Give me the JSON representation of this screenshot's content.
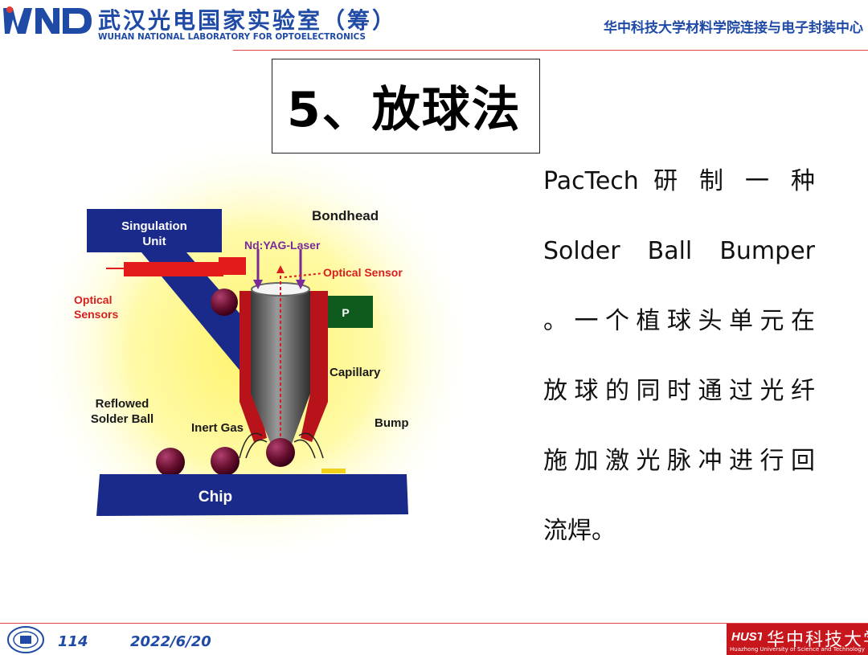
{
  "header": {
    "lab_name_cn": "武汉光电国家实验室（筹）",
    "lab_name_en": "WUHAN NATIONAL LABORATORY FOR OPTOELECTRONICS",
    "center_name": "华中科技大学材料学院连接与电子封装中心",
    "logo": "WNLO-logo"
  },
  "title": "5、放球法",
  "body_lines": [
    "PacTech 研 制 一 种",
    "Solder Ball Bumper",
    "。一个植球头单元在",
    "放球的同时通过光纤",
    "施加激光脉冲进行回",
    "流焊。"
  ],
  "diagram": {
    "labels": {
      "singulation_unit": "Singulation Unit",
      "bondhead": "Bondhead",
      "laser": "Nd:YAG-Laser",
      "optical_sensor": "Optical Sensor",
      "optical_sensors": "Optical Sensors",
      "p": "P",
      "capillary": "Capillary",
      "reflowed_solder_ball": "Reflowed Solder Ball",
      "inert_gas": "Inert Gas",
      "bump": "Bump",
      "chip": "Chip"
    }
  },
  "footer": {
    "page_number": "114",
    "date": "2022/6/20",
    "university_cn": "华中科技大学",
    "university_en": "Huazhong University of Science and Technology"
  },
  "colors": {
    "brand_blue": "#1f4aa6",
    "accent_red": "#c8161d",
    "glow_yellow": "#fff36a",
    "diagram_navy": "#1a2a8a"
  }
}
